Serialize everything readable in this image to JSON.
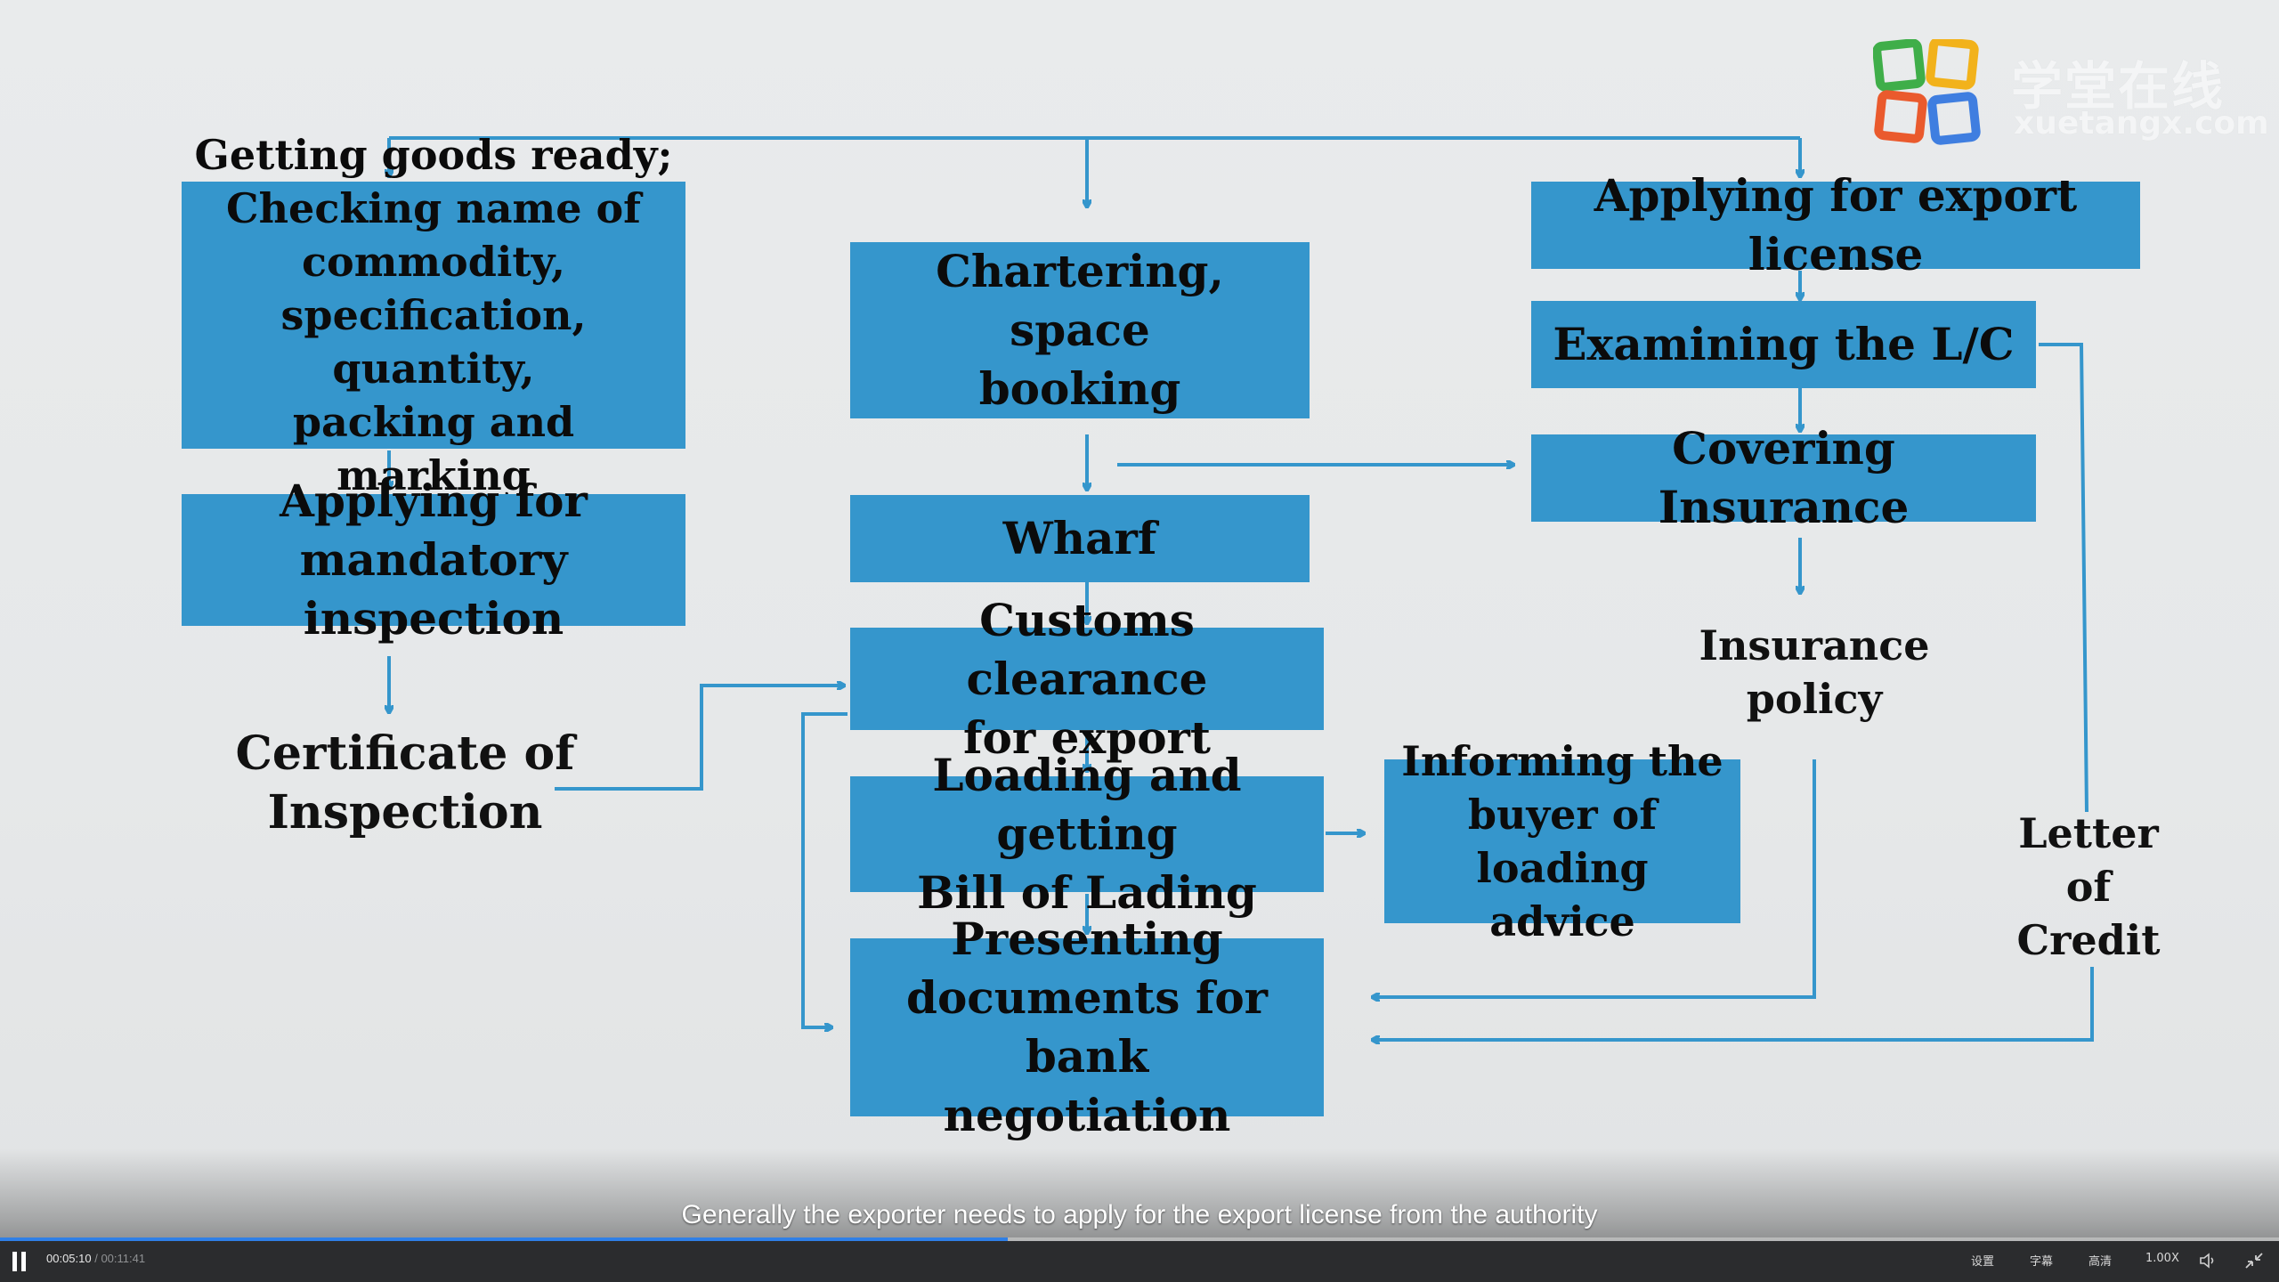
{
  "logo": {
    "cn": "学堂在线",
    "en": "xuetangx.com"
  },
  "flowchart": {
    "boxes": {
      "getting_goods_ready": "Getting goods ready;\nChecking name of\ncommodity,\nspecification, quantity,\npacking and marking",
      "mandatory_inspection": "Applying for\nmandatory inspection",
      "chartering": "Chartering, space\nbooking",
      "wharf": "Wharf",
      "customs_clearance": "Customs clearance\nfor export",
      "loading": "Loading and getting\nBill of Lading",
      "informing_buyer": "Informing the\nbuyer of loading\nadvice",
      "presenting_documents": "Presenting\ndocuments for bank\nnegotiation",
      "export_license": "Applying for export license",
      "examining_lc": "Examining the L/C",
      "covering_insurance": "Covering Insurance"
    },
    "labels": {
      "certificate": "Certificate of\nInspection",
      "insurance_policy": "Insurance\npolicy",
      "letter_of_credit": "Letter\nof\nCredit"
    },
    "colors": {
      "box_fill": "#3596cc",
      "arrow": "#3596cc"
    }
  },
  "player": {
    "subtitle": "Generally the exporter needs to apply for the export license from the authority",
    "current_time": "00:05:10",
    "separator": " / ",
    "total_time": "00:11:41",
    "progress": 0.442,
    "settings_label": "设置",
    "captions_label": "字幕",
    "quality_label": "高清",
    "speed_label": "1.00X",
    "volume_icon": "speaker-icon",
    "fullscreen_icon": "exit-fullscreen-icon",
    "play_state_icon": "pause-icon"
  }
}
